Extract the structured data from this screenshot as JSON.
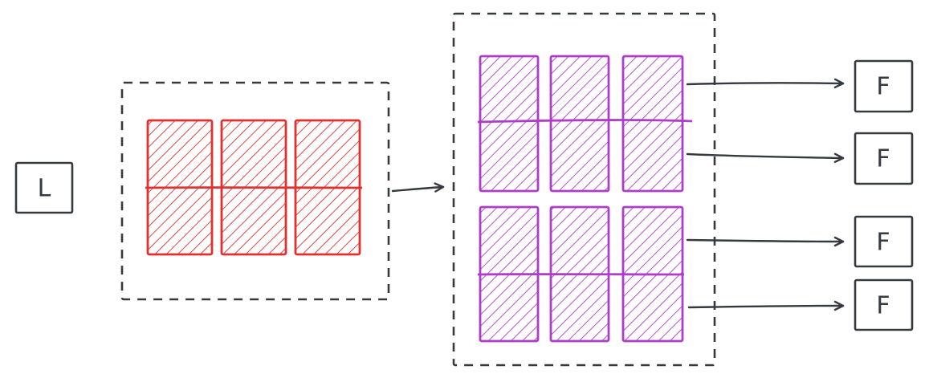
{
  "diagram": {
    "input_node": {
      "label": "L"
    },
    "output_nodes": [
      {
        "label": "F"
      },
      {
        "label": "F"
      },
      {
        "label": "F"
      },
      {
        "label": "F"
      }
    ],
    "stage1": {
      "style": "dashed-container",
      "block_count": 3,
      "rows_per_block": 2,
      "block_color": "#e03131"
    },
    "stage2": {
      "style": "dashed-container",
      "groups": 2,
      "blocks_per_group": 3,
      "rows_per_block": 2,
      "block_color": "#ae3ec9"
    },
    "arrows": {
      "stage1_to_stage2": 1,
      "stage2_to_outputs": 4
    },
    "colors": {
      "red_blocks": "#e03131",
      "purple_blocks": "#ae3ec9",
      "outline": "#343a40",
      "background": "#ffffff"
    }
  }
}
